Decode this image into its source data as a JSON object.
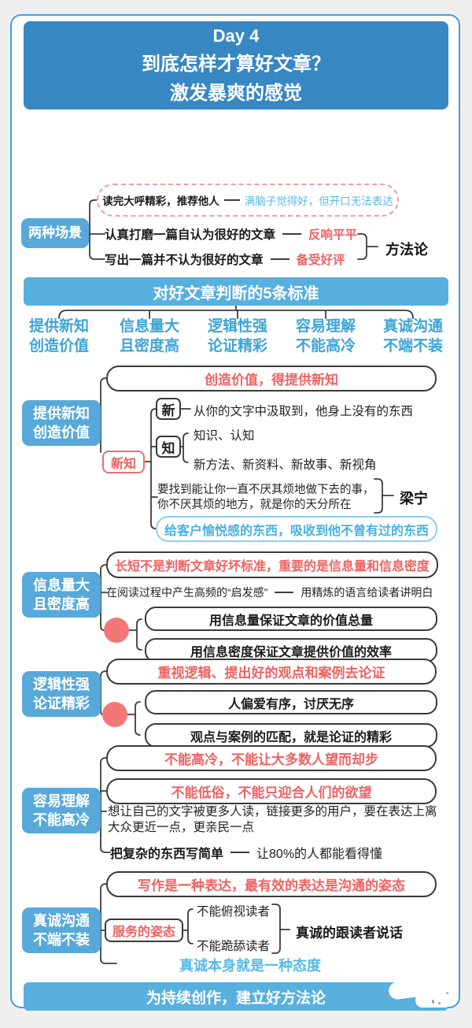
{
  "colors": {
    "header_blue": "#3787c3",
    "banner_blue": "#58b0de",
    "label_blue": "#58a9d9",
    "column_blue": "#3ea4d8",
    "accent_red": "#ee6262",
    "circle_red": "#f27878",
    "light_blue": "#57bae7",
    "card_border_blue": "#4a9cd3"
  },
  "header": {
    "line1": "Day 4",
    "line2": "到底怎样才算好文章？",
    "line3": "激发暴爽的感觉"
  },
  "scenarios": {
    "label": "两种场景",
    "row1_left": "读完大呼精彩，推荐他人",
    "row1_right": "满脑子觉得好，但开口无法表达",
    "row2_left": "认真打磨一篇自认为很好的文章",
    "row2_right": "反响平平",
    "row3_left": "写出一篇并不认为很好的文章",
    "row3_right": "备受好评",
    "bracket_label": "方法论"
  },
  "banner": "对好文章判断的5条标准",
  "criteria": [
    {
      "l1": "提供新知",
      "l2": "创造价值"
    },
    {
      "l1": "信息量大",
      "l2": "且密度高"
    },
    {
      "l1": "逻辑性强",
      "l2": "论证精彩"
    },
    {
      "l1": "容易理解",
      "l2": "不能高冷"
    },
    {
      "l1": "真诚沟通",
      "l2": "不端不装"
    }
  ],
  "sec_newknow": {
    "label_l1": "提供新知",
    "label_l2": "创造价值",
    "headline": "创造价值，得提供新知",
    "node_xin": "新",
    "xin_text": "从你的文字中汲取到，他身上没有的东西",
    "node_zhi": "知",
    "zhi_item1": "知识、认知",
    "zhi_item2": "新方法、新资料、新故事、新视角",
    "node_xinzhi": "新知",
    "quote_l1": "要找到能让你一直不厌其烦地做下去的事，",
    "quote_l2": "你不厌其烦的地方，就是你的天分所在",
    "quote_author": "梁宁",
    "bluebox": "给客户愉悦感的东西，吸收到他不曾有过的东西"
  },
  "sec_info": {
    "label_l1": "信息量大",
    "label_l2": "且密度高",
    "headline": "长短不是判断文章好坏标准，重要的是信息量和信息密度",
    "row_left": "在阅读过程中产生高频的“启发感”",
    "row_right": "用精炼的语言给读者讲明白",
    "box1": "用信息量保证文章的价值总量",
    "box2": "用信息密度保证文章提供价值的效率"
  },
  "sec_logic": {
    "label_l1": "逻辑性强",
    "label_l2": "论证精彩",
    "headline": "重视逻辑、提出好的观点和案例去论证",
    "box1": "人偏爱有序，讨厌无序",
    "box2": "观点与案例的匹配，就是论证的精彩"
  },
  "sec_easy": {
    "label_l1": "容易理解",
    "label_l2": "不能高冷",
    "headline1": "不能高冷，不能让大多数人望而却步",
    "headline2": "不能低俗，不能只迎合人们的欲望",
    "para": "想让自己的文字被更多人读，链接更多的用户，要在表达上离大众更近一点，更亲民一点",
    "tip_bold": "把复杂的东西写简单",
    "tip_rest": "让80%的人都能看得懂"
  },
  "sec_sincere": {
    "label_l1": "真诚沟通",
    "label_l2": "不端不装",
    "headline": "写作是一种表达，最有效的表达是沟通的姿态",
    "node": "服务的姿态",
    "item1": "不能俯视读者",
    "item2": "不能跪舔读者",
    "bracket_label": "真诚的跟读者说话",
    "bluetext": "真诚本身就是一种态度"
  },
  "footer": "为持续创作，建立好方法论"
}
